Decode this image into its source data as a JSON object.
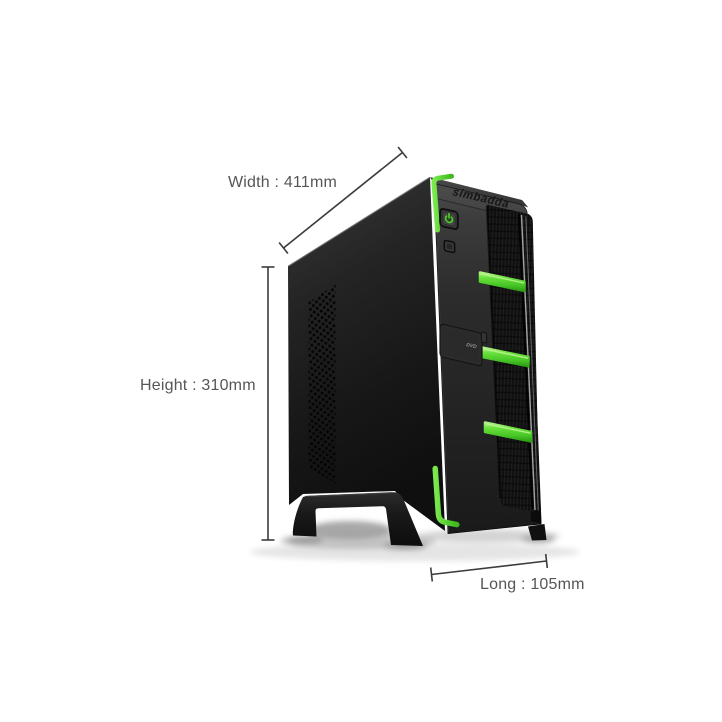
{
  "figure": {
    "type": "product-dimension-image",
    "background": "#ffffff",
    "label_text_color": "#565656",
    "accent_green": "#55d22e",
    "case_body_color": "#222222"
  },
  "product": {
    "brand": "simbadda",
    "drive_label": "DVD"
  },
  "dimensions": {
    "width_label": "Width : 411mm",
    "height_label": "Height : 310mm",
    "long_label": "Long : 105mm"
  }
}
